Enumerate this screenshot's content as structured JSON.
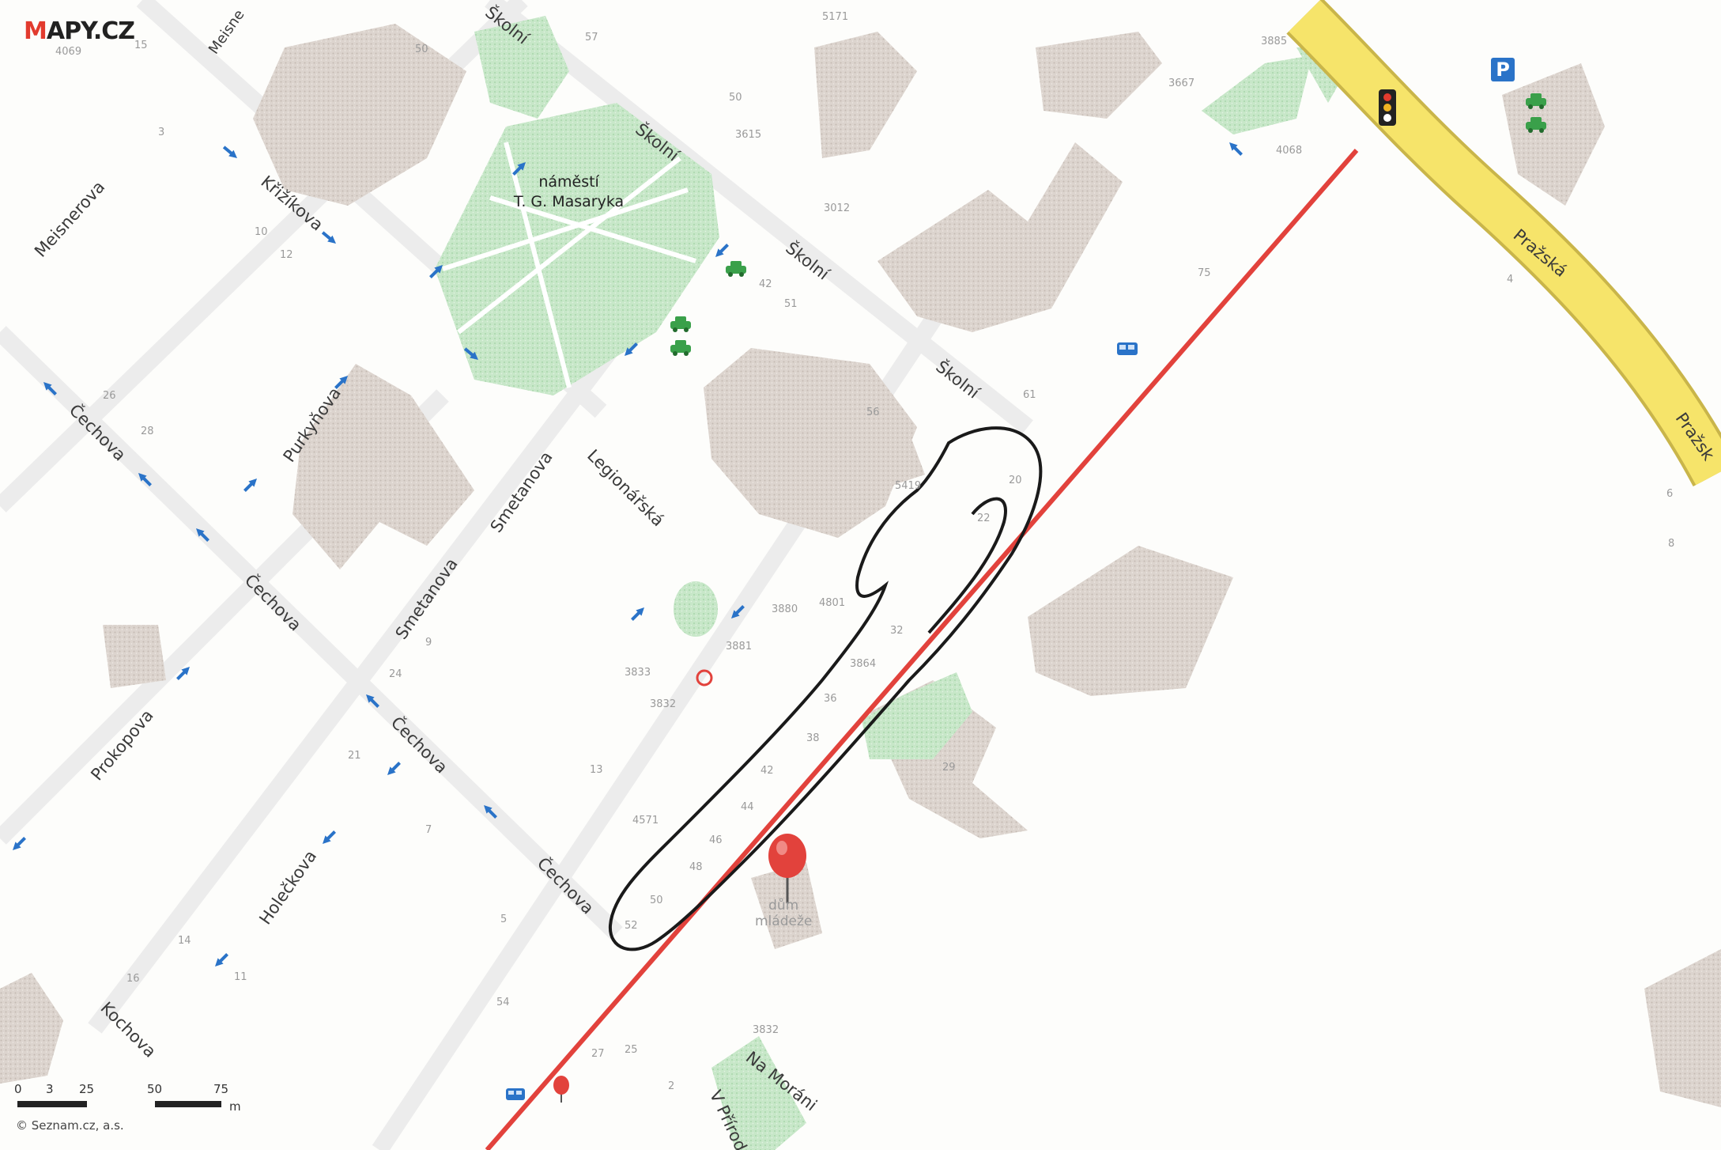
{
  "branding": {
    "logo_prefix": "M",
    "logo_rest": "APY.CZ",
    "copyright": "© Seznam.cz, a.s."
  },
  "colors": {
    "route_red": "#e2423c",
    "major_road_yellow": "#f6e46a",
    "building_gray": "#d6cec8",
    "park_green": "#bfe2c0",
    "oneway_blue": "#2a73c8",
    "hand_drawn_outline": "#1a1a1a"
  },
  "place": {
    "line1": "náměstí",
    "line2": "T. G. Masaryka"
  },
  "streets": {
    "meisnerova": "Meisnerova",
    "krizikova": "Křižíkova",
    "skolni_1": "Školní",
    "skolni_2": "Školní",
    "skolni_3": "Školní",
    "skolni_4": "Školní",
    "cechova_1": "Čechova",
    "cechova_2": "Čechova",
    "cechova_3": "Čechova",
    "cechova_4": "Čechova",
    "purkynova": "Purkyňova",
    "smetanova_1": "Smetanova",
    "smetanova_2": "Smetanova",
    "legionarska": "Legionářská",
    "prokopova": "Prokopova",
    "holeckova": "Holečkova",
    "kochova": "Kochova",
    "na_morani": "Na Moráni",
    "v_prirode": "V Přírod",
    "prazska_1": "Pražská",
    "prazska_2": "Pražsk"
  },
  "poi": {
    "pin_label_line1": "dům",
    "pin_label_line2": "mládeže"
  },
  "house_numbers": {
    "n4069": "4069",
    "n15a": "15",
    "n50a": "50",
    "n57": "57",
    "n5171": "5171",
    "n3885": "3885",
    "n3667": "3667",
    "n3615": "3615",
    "n3012": "3012",
    "n50b": "50",
    "n42a": "42",
    "n51": "51",
    "n75": "75",
    "n4068": "4068",
    "n56": "56",
    "n61": "61",
    "n5419": "5419",
    "n20": "20",
    "n22": "22",
    "n32": "32",
    "n3864": "3864",
    "n36": "36",
    "n38": "38",
    "n42b": "42",
    "n44": "44",
    "n46": "46",
    "n48": "48",
    "n50c": "50",
    "n52": "52",
    "n3880": "3880",
    "n4801": "4801",
    "n3881": "3881",
    "n3833": "3833",
    "n3832": "3832",
    "n4571": "4571",
    "n13": "13",
    "n29": "29",
    "n54": "54",
    "n27": "27",
    "n25": "25",
    "n21": "21",
    "n6": "6",
    "n8": "8",
    "n14a": "14",
    "n16": "16",
    "n11": "11",
    "n4": "4",
    "n5": "5",
    "n7": "7",
    "n9": "9",
    "n24": "24",
    "n3832b": "3832",
    "n26": "26",
    "n28": "28",
    "n10": "10",
    "n12": "12",
    "n3": "3",
    "n2": "2"
  },
  "scale": {
    "t0": "0",
    "t3": "3",
    "t25": "25",
    "t50": "50",
    "t75": "75",
    "unit": "m"
  },
  "icons": [
    "car-icon",
    "bus-icon",
    "parking-icon",
    "traffic-light-icon",
    "oneway-arrow-icon",
    "map-pin-icon"
  ]
}
